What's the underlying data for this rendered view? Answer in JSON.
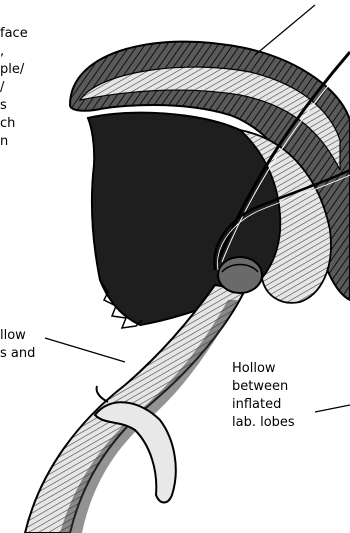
{
  "labels": {
    "surface": [
      "face",
      ",",
      "ple/",
      "/",
      "s",
      "ch",
      "n"
    ],
    "yellow": [
      "llow",
      "s and"
    ],
    "hollow": [
      "Hollow",
      "between",
      "inflated",
      "lab. lobes"
    ]
  },
  "colors": {
    "ink": "#000000",
    "dark_fill": "#2a2a2a",
    "mid_fill": "#6a6a6a",
    "light_fill": "#d8d8d8",
    "paper": "#ffffff"
  }
}
